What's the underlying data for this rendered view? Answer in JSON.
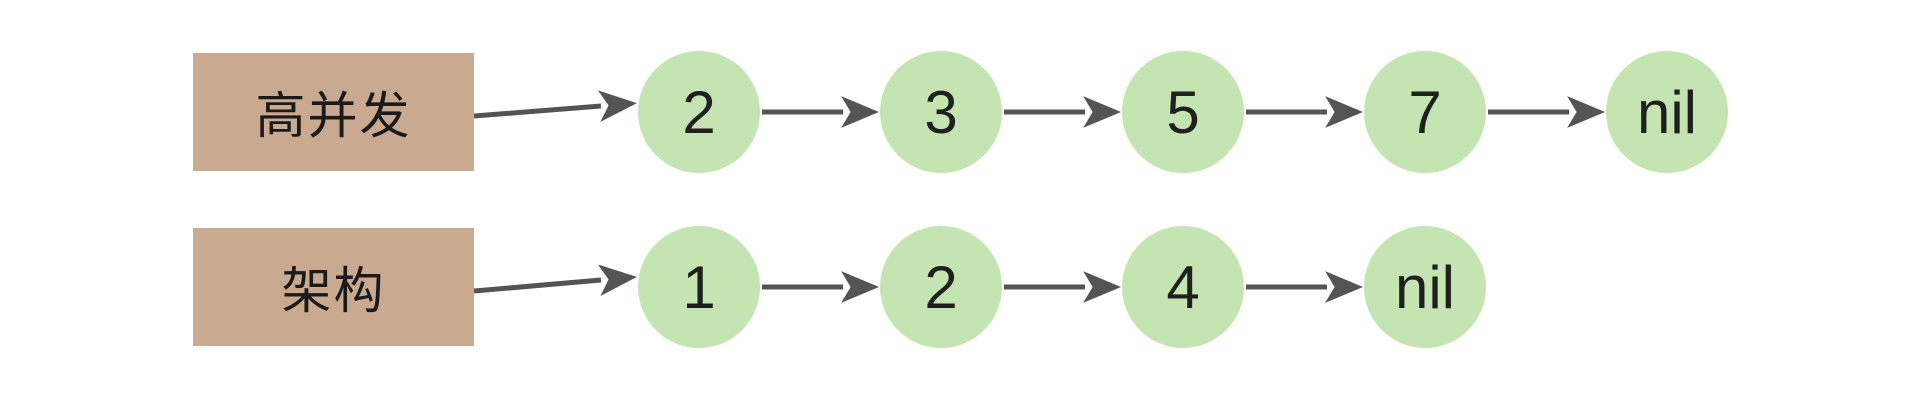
{
  "diagram": {
    "type": "linked-lists",
    "background": "#FFFFFF",
    "colors": {
      "label_box_fill": "#C9A98F",
      "node_fill": "#C4E5B1",
      "arrow_stroke": "#545454",
      "text": "#1A1A1A"
    }
  },
  "rows": [
    {
      "label": "高并发",
      "nodes": [
        "2",
        "3",
        "5",
        "7",
        "nil"
      ]
    },
    {
      "label": "架构",
      "nodes": [
        "1",
        "2",
        "4",
        "nil"
      ]
    }
  ]
}
